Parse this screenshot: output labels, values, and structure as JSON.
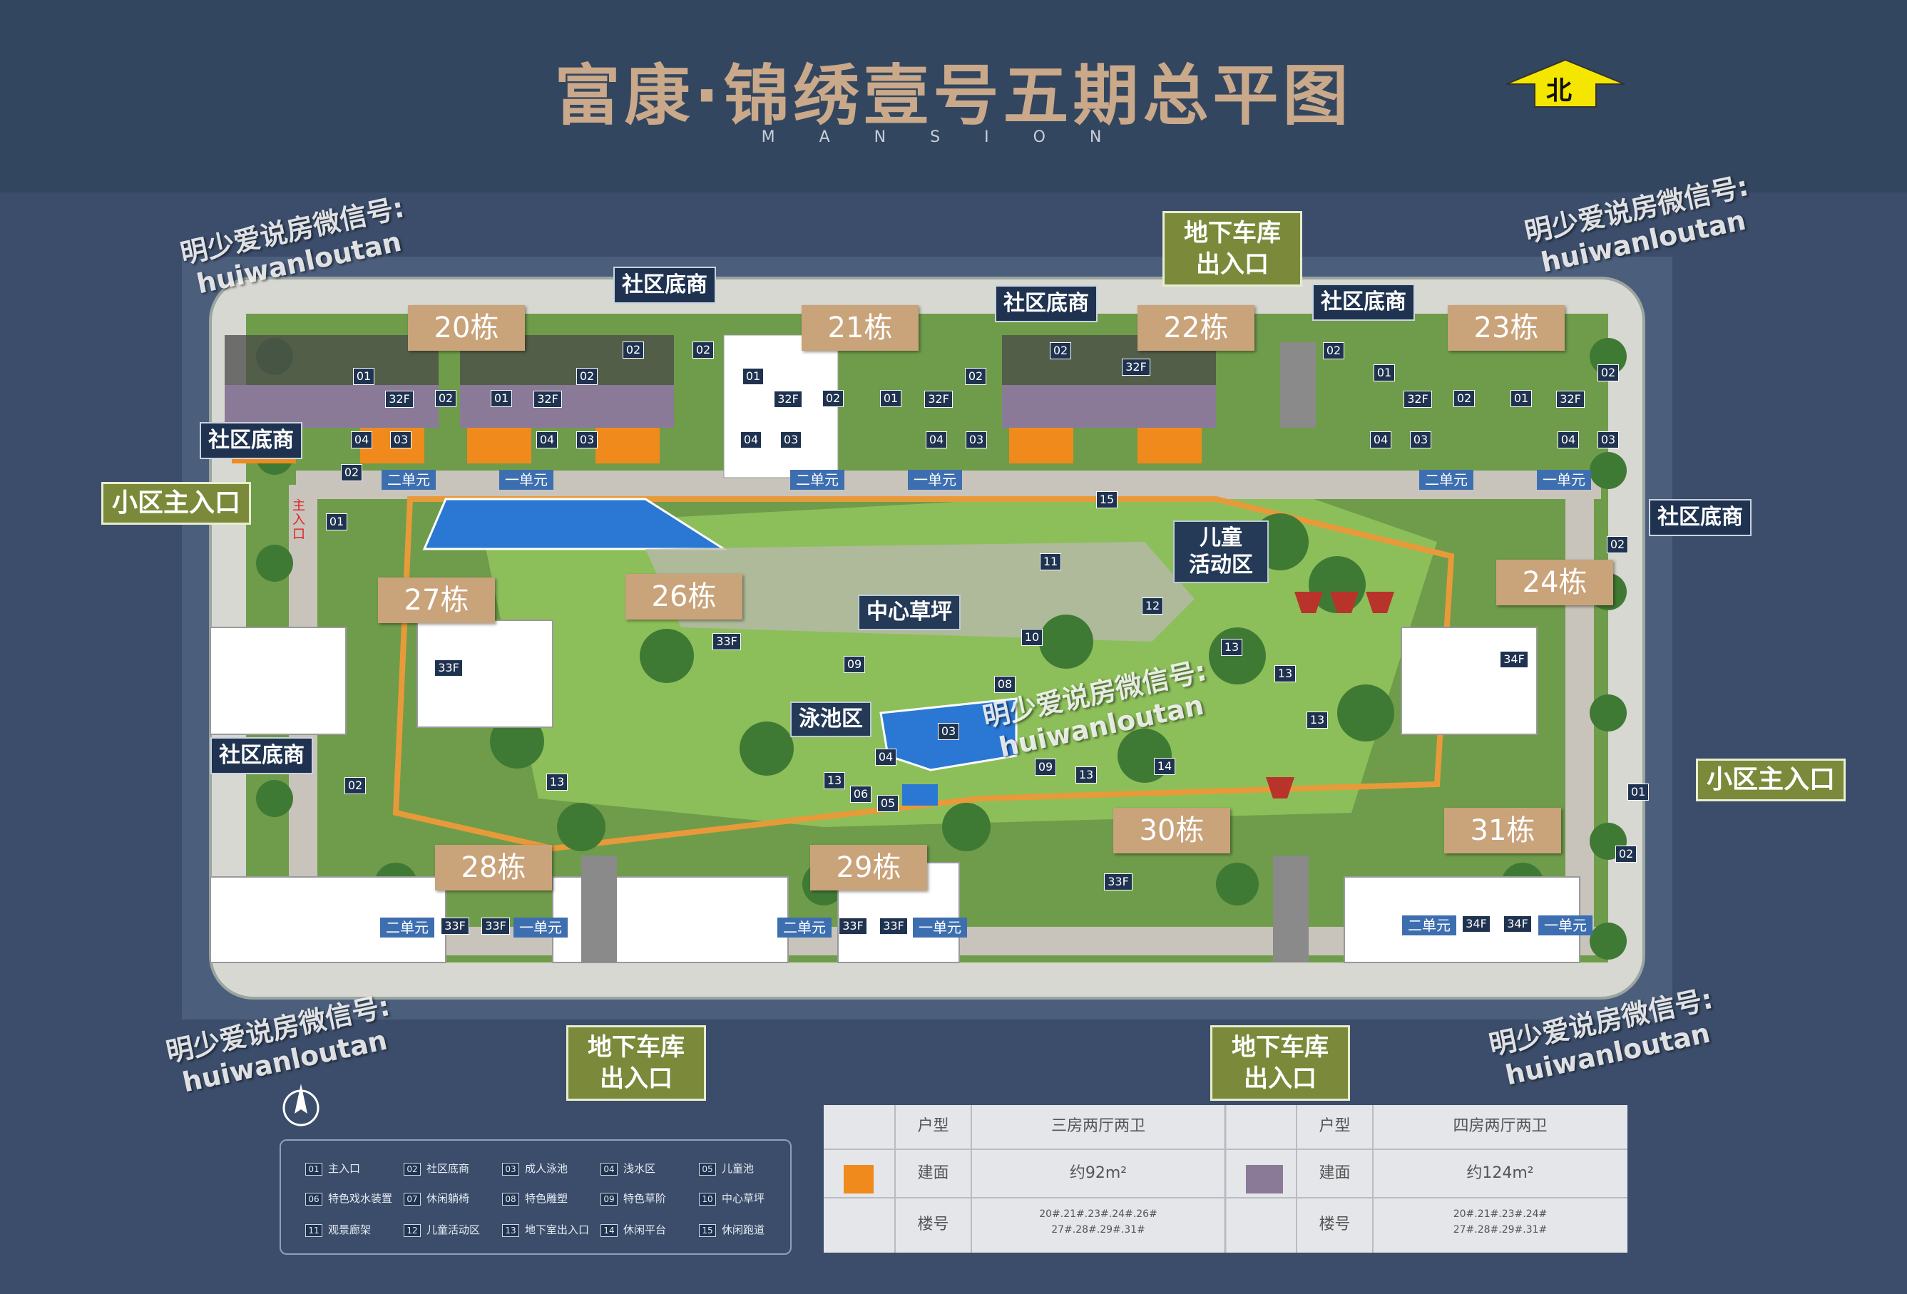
{
  "header": {
    "title": "富康·锦绣壹号五期总平图",
    "subtitle": "MANSION",
    "north_label": "北"
  },
  "buildings": [
    {
      "id": "20",
      "label": "20栋"
    },
    {
      "id": "21",
      "label": "21栋"
    },
    {
      "id": "22",
      "label": "22栋"
    },
    {
      "id": "23",
      "label": "23栋"
    },
    {
      "id": "24",
      "label": "24栋"
    },
    {
      "id": "26",
      "label": "26栋"
    },
    {
      "id": "27",
      "label": "27栋"
    },
    {
      "id": "28",
      "label": "28栋"
    },
    {
      "id": "29",
      "label": "29栋"
    },
    {
      "id": "30",
      "label": "30栋"
    },
    {
      "id": "31",
      "label": "31栋"
    }
  ],
  "floors": [
    "32F",
    "32F",
    "32F",
    "32F",
    "32F",
    "32F",
    "32F",
    "34F",
    "33F",
    "33F",
    "33F",
    "33F",
    "33F",
    "33F",
    "33F",
    "34F",
    "34F"
  ],
  "units": {
    "unit_one": "一单元",
    "unit_two": "二单元",
    "apt_01": "01",
    "apt_02": "02",
    "apt_03": "03",
    "apt_04": "04"
  },
  "callouts": {
    "shop": "社区底商",
    "main_entry": "小区主入口",
    "garage": "地下车库出入口",
    "garage_line1": "地下车库",
    "garage_line2": "出入口",
    "kids_line1": "儿童",
    "kids_line2": "活动区",
    "lawn": "中心草坪",
    "pool": "泳池区",
    "gate_text": "主入口"
  },
  "watermark": {
    "line1": "明少爱说房微信号:",
    "line2": "huiwanloutan"
  },
  "legend": [
    {
      "num": "01",
      "label": "主入口"
    },
    {
      "num": "02",
      "label": "社区底商"
    },
    {
      "num": "03",
      "label": "成人泳池"
    },
    {
      "num": "04",
      "label": "浅水区"
    },
    {
      "num": "05",
      "label": "儿童池"
    },
    {
      "num": "06",
      "label": "特色戏水装置"
    },
    {
      "num": "07",
      "label": "休闲躺椅"
    },
    {
      "num": "08",
      "label": "特色雕塑"
    },
    {
      "num": "09",
      "label": "特色草阶"
    },
    {
      "num": "10",
      "label": "中心草坪"
    },
    {
      "num": "11",
      "label": "观景廊架"
    },
    {
      "num": "12",
      "label": "儿童活动区"
    },
    {
      "num": "13",
      "label": "地下室出入口"
    },
    {
      "num": "14",
      "label": "休闲平台"
    },
    {
      "num": "15",
      "label": "休闲跑道"
    }
  ],
  "unit_table": {
    "row_labels": [
      "户型",
      "建面",
      "楼号"
    ],
    "three_room": {
      "type": "三房两厅两卫",
      "area": "约92m²",
      "buildings_1": "20#.21#.23#.24#.26#",
      "buildings_2": "27#.28#.29#.31#",
      "swatch_color": "#f08a1c"
    },
    "four_room": {
      "type": "四房两厅两卫",
      "area": "约124m²",
      "buildings_1": "20#.21#.23#.24#",
      "buildings_2": "27#.28#.29#.31#",
      "swatch_color": "#8a7a98"
    }
  },
  "colors": {
    "background": "#3b4d6a",
    "title_gold": "#c9a98a",
    "building_label": "#c9a37a",
    "callout_bg": "#1f3350",
    "entry_green": "#7a8a3a",
    "pool_blue": "#2a78d4",
    "lawn_green": "#8cbf5a",
    "tree_green": "#3f7a35",
    "orange_units": "#f08a1c",
    "purple_units": "#8a7a98"
  },
  "icons": {
    "north_arrow": "north-arrow-icon",
    "compass": "compass-icon"
  }
}
